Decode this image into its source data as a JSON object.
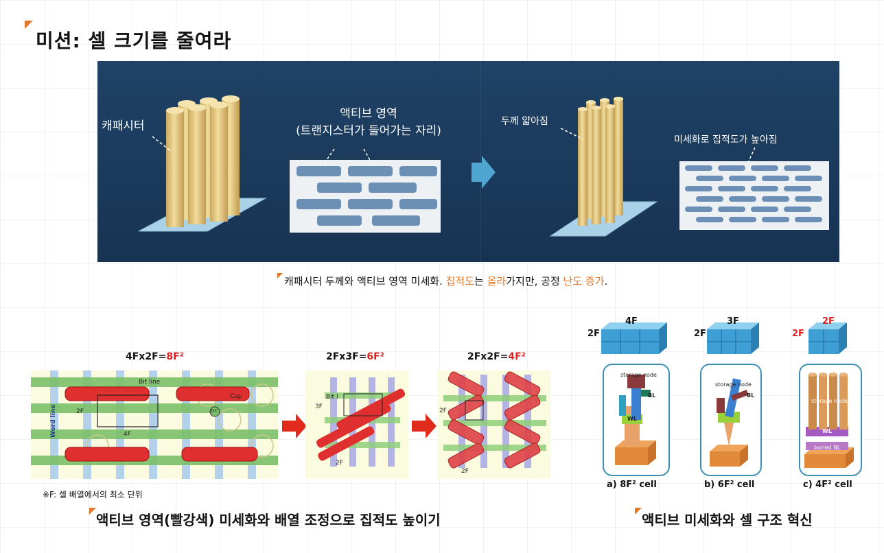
{
  "title": "미션: 셀 크기를 줄여라",
  "top_panel": {
    "capacitor_label": "캐패시터",
    "active_label_line1": "액티브 영역",
    "active_label_line2": "(트랜지스터가 들어가는 자리)",
    "thinner_label": "두께 얇아짐",
    "density_label": "미세화로 집적도가 높아짐"
  },
  "caption_top": {
    "part1": "캐패시터 두께와 액티브 영역 미세화. ",
    "part2": "집적도",
    "part3": "는 ",
    "part4": "올라",
    "part5": "가지만, 공정 ",
    "part6": "난도 증가",
    "part7": "."
  },
  "layouts": {
    "f1_prefix": "4Fx2F=",
    "f1_value": "8F²",
    "f2_prefix": "2Fx3F=",
    "f2_value": "6F²",
    "f3_prefix": "2Fx2F=",
    "f3_value": "4F²",
    "bit_line": "Bit line",
    "word_line": "Word line",
    "cap": "Cap",
    "dc": "DC",
    "dim_2f": "2F",
    "dim_4f": "4F",
    "dim_3f": "3F",
    "bit_short": "Bit l",
    "footnote": "※F: 셀 배열에서의 최소 단위"
  },
  "caption_left": "액티브 영역(빨강색) 미세화와 배열 조정으로 집적도 높이기",
  "cells": {
    "a_top": "4F",
    "a_side": "2F",
    "b_top": "3F",
    "b_side": "2F",
    "c_top": "2F",
    "c_side": "2F",
    "storage_node": "storage node",
    "bl": "BL",
    "wl": "WL",
    "buried_bl": "buried BL",
    "a_caption": "a) 8F² cell",
    "b_caption": "b) 6F² cell",
    "c_caption": "c) 4F² cell"
  },
  "caption_right": "액티브 미세화와 셀 구조 혁신",
  "colors": {
    "accent_orange": "#e2782a",
    "highlight_red": "#e02020",
    "panel_blue": "#1d3a5c",
    "capacitor_yellow": "#e9cf8a",
    "active_blue": "#6b8fb5"
  }
}
